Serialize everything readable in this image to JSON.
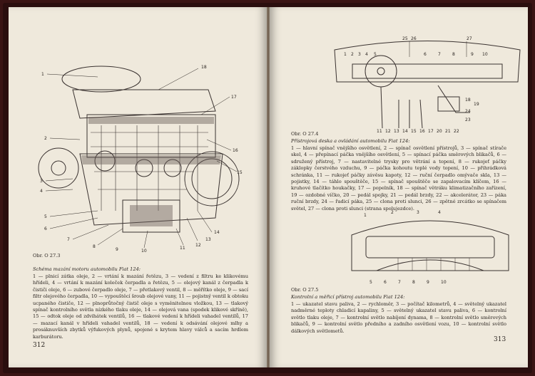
{
  "left_page": {
    "figure_label": "Obr. O 27.3",
    "figure_callouts": [
      "1",
      "2",
      "3",
      "4",
      "5",
      "6",
      "7",
      "8",
      "9",
      "10",
      "11",
      "12",
      "13",
      "14",
      "15",
      "16",
      "17",
      "18"
    ],
    "title": "Schéma mazání motoru automobilu Fiat 124:",
    "legend": "1 — plnicí zátka oleje, 2 — vrtání k mazání řetězu, 3 — vedení z filtru ke klikovému hřídeli, 4 — vrtání k mazání koleček čerpadla a řetězu, 5 — olejový kanál z čerpadla k čističi oleje, 6 — zubové čerpadlo oleje, 7 — přetlakový ventil, 8 — měřítko oleje, 9 — sací filtr olejového čerpadla, 10 — vypouštěcí šroub olejové vany, 11 — pojistný ventil k obtoku ucpaného čističe, 12 — plnoprůtočný čistič oleje s vyměnitelnou vložkou, 13 — tlakový spínač kontrolního světla nízkého tlaku oleje, 14 — olejová vana (spodek klikové skříně), 15 — odtok oleje od zdvihátek ventilů, 16 — tlakové vedení k hřídeli vahadel ventilů, 17 — mazací kanál v hřídeli vahadel ventilů, 18 — vedení k odsávání olejové mlhy a prosáknuvších zbytků výfukových plynů, spojené s krytem hlavy válců a sacím hrdlem karburátoru.",
    "page_number": "312"
  },
  "right_page": {
    "figure1_label": "Obr. O 27.4",
    "figure1_callouts_top": [
      "25",
      "26",
      "27"
    ],
    "figure1_callouts_upper": [
      "1",
      "2",
      "3",
      "4",
      "5",
      "6",
      "7",
      "8",
      "9",
      "10"
    ],
    "figure1_callouts_side": [
      "18",
      "19",
      "24",
      "23"
    ],
    "figure1_callouts_bottom": [
      "11",
      "12",
      "13",
      "14",
      "15",
      "16",
      "17",
      "20",
      "21",
      "22"
    ],
    "figure1_title": "Přístrojová deska a ovládání automobilu Fiat 124:",
    "figure1_legend": "1 — hlavní spínač vnějšího osvětlení, 2 — spínač osvětlení přístrojů, 3 — spínač stírače skel, 4 — přepínací páčka vnějšího osvětlení, 5 — spínací páčka směrových blikačů, 6 — sdružený přístroj, 7 — nastavitelné trysky pro větrání a topení, 8 — rukojeť páčky záklopky čerstvého vzduchu, 9 — páčka kohoutu teplé vody topení, 10 — přihrádková schránka, 11 — rukojeť páčky závěsu kapoty, 12 — ruční čerpadlo omývače skla, 13 — pojistky, 14 — táhlo spouštěče, 15 — spínač spouštěče se zapalovacím klíčem, 16 — kruhové tlačítko houkačky, 17 — popelník, 18 — spínač větráku klimatizačního zařízení, 19 — ozdobné víčko, 20 — pedál spojky, 21 — pedál brzdy, 22 — akcelerátor, 23 — páka ruční brzdy, 24 — řadicí páka, 25 — clona proti slunci, 26 — zpětné zrcátko se spínačem světel, 27 — clona proti slunci (strana spolujezdce).",
    "figure2_label": "Obr. O 27.5",
    "figure2_callouts_top": [
      "1",
      "2",
      "3",
      "4"
    ],
    "figure2_callouts_bottom": [
      "5",
      "6",
      "7",
      "8",
      "9",
      "10"
    ],
    "figure2_title": "Kontrolní a měřicí přístroj automobilu Fiat 124:",
    "figure2_legend": "1 — ukazatel stavu paliva, 2 — rychloměr, 3 — počítač kilometrů, 4 — světelný ukazatel nadměrné teploty chladicí kapaliny, 5 — světelný ukazatel stavu paliva, 6 — kontrolní světlo tlaku oleje, 7 — kontrolní světlo nabíjení dynama, 8 — kontrolní světlo směrových blikačů, 9 — kontrolní světlo předního a zadního osvětlení vozu, 10 — kontrolní světlo dálkových světlometů.",
    "page_number": "313"
  }
}
